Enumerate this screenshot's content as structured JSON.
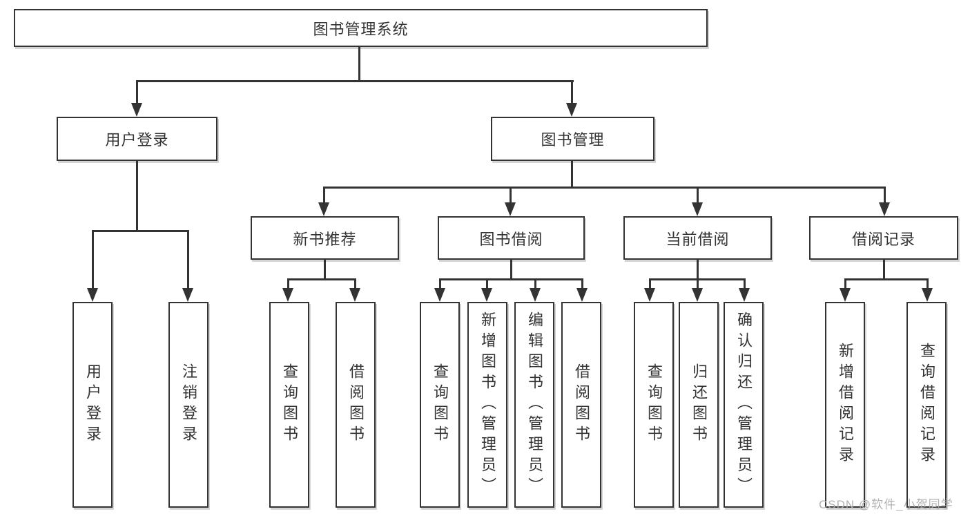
{
  "diagram": {
    "root": {
      "label": "图书管理系统"
    },
    "level2": [
      {
        "key": "user-login",
        "parent": "root",
        "label": "用户登录"
      },
      {
        "key": "book-management",
        "parent": "root",
        "label": "图书管理"
      }
    ],
    "level3": [
      {
        "key": "new-book-recommend",
        "parent": "book-management",
        "label": "新书推荐"
      },
      {
        "key": "book-borrow",
        "parent": "book-management",
        "label": "图书借阅"
      },
      {
        "key": "current-borrow",
        "parent": "book-management",
        "label": "当前借阅"
      },
      {
        "key": "borrow-record",
        "parent": "book-management",
        "label": "借阅记录"
      }
    ],
    "leaves": [
      {
        "parent": "user-login",
        "label": "用户登录"
      },
      {
        "parent": "user-login",
        "label": "注销登录"
      },
      {
        "parent": "new-book-recommend",
        "label": "查询图书"
      },
      {
        "parent": "new-book-recommend",
        "label": "借阅图书"
      },
      {
        "parent": "book-borrow",
        "label": "查询图书"
      },
      {
        "parent": "book-borrow",
        "label": "新增图书（管理员）"
      },
      {
        "parent": "book-borrow",
        "label": "编辑图书（管理员）"
      },
      {
        "parent": "book-borrow",
        "label": "借阅图书"
      },
      {
        "parent": "current-borrow",
        "label": "查询图书"
      },
      {
        "parent": "current-borrow",
        "label": "归还图书"
      },
      {
        "parent": "current-borrow",
        "label": "确认归还（管理员）"
      },
      {
        "parent": "borrow-record",
        "label": "新增借阅记录"
      },
      {
        "parent": "borrow-record",
        "label": "查询借阅记录"
      }
    ],
    "watermark": "CSDN @软件_小贺同学",
    "colors": {
      "line": "#333333",
      "text": "#333333",
      "watermark": "#ababab",
      "background": "#ffffff"
    }
  }
}
